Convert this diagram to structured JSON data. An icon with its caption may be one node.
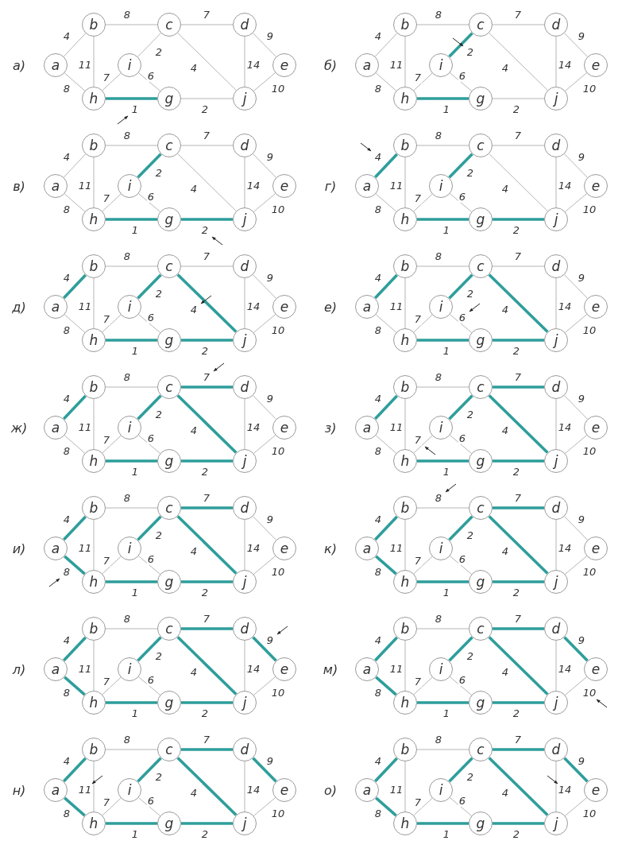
{
  "diagram": {
    "nodes": [
      {
        "text": [
          "b"
        ]
      },
      {
        "text": [
          "c"
        ]
      },
      {
        "text": [
          "d"
        ]
      },
      {
        "text": [
          "a"
        ]
      },
      {
        "text": [
          "i"
        ]
      },
      {
        "text": [
          "e"
        ]
      },
      {
        "text": [
          "h"
        ]
      },
      {
        "text": [
          "g"
        ]
      },
      {
        "text": [
          "j"
        ]
      },
      {
        "text": [
          "b"
        ]
      },
      {
        "text": [
          "c"
        ]
      },
      {
        "text": [
          "d"
        ]
      },
      {
        "text": [
          "a"
        ]
      },
      {
        "text": [
          "i"
        ]
      },
      {
        "text": [
          "e"
        ]
      },
      {
        "text": [
          "h"
        ]
      },
      {
        "text": [
          "g"
        ]
      },
      {
        "text": [
          "j"
        ]
      },
      {
        "text": [
          "b"
        ]
      },
      {
        "text": [
          "c"
        ]
      },
      {
        "text": [
          "d"
        ]
      },
      {
        "text": [
          "a"
        ]
      },
      {
        "text": [
          "i"
        ]
      },
      {
        "text": [
          "e"
        ]
      },
      {
        "text": [
          "h"
        ]
      },
      {
        "text": [
          "g"
        ]
      },
      {
        "text": [
          "j"
        ]
      },
      {
        "text": [
          "b"
        ]
      },
      {
        "text": [
          "c"
        ]
      },
      {
        "text": [
          "d"
        ]
      },
      {
        "text": [
          "a"
        ]
      },
      {
        "text": [
          "i"
        ]
      },
      {
        "text": [
          "e"
        ]
      },
      {
        "text": [
          "h"
        ]
      },
      {
        "text": [
          "g"
        ]
      },
      {
        "text": [
          "j"
        ]
      },
      {
        "text": [
          "b"
        ]
      },
      {
        "text": [
          "c"
        ]
      },
      {
        "text": [
          "d"
        ]
      },
      {
        "text": [
          "a"
        ]
      },
      {
        "text": [
          "i"
        ]
      },
      {
        "text": [
          "e"
        ]
      },
      {
        "text": [
          "h"
        ]
      },
      {
        "text": [
          "g"
        ]
      },
      {
        "text": [
          "j"
        ]
      },
      {
        "text": [
          "b"
        ]
      },
      {
        "text": [
          "c"
        ]
      },
      {
        "text": [
          "d"
        ]
      },
      {
        "text": [
          "a"
        ]
      },
      {
        "text": [
          "i"
        ]
      },
      {
        "text": [
          "e"
        ]
      },
      {
        "text": [
          "h"
        ]
      },
      {
        "text": [
          "g"
        ]
      },
      {
        "text": [
          "j"
        ]
      },
      {
        "text": [
          "b"
        ]
      },
      {
        "text": [
          "c"
        ]
      },
      {
        "text": [
          "d"
        ]
      },
      {
        "text": [
          "a"
        ]
      },
      {
        "text": [
          "i"
        ]
      },
      {
        "text": [
          "e"
        ]
      },
      {
        "text": [
          "h"
        ]
      },
      {
        "text": [
          "g"
        ]
      },
      {
        "text": [
          "j"
        ]
      },
      {
        "text": [
          "b"
        ]
      },
      {
        "text": [
          "c"
        ]
      },
      {
        "text": [
          "d"
        ]
      },
      {
        "text": [
          "a"
        ]
      },
      {
        "text": [
          "i"
        ]
      },
      {
        "text": [
          "e"
        ]
      },
      {
        "text": [
          "h"
        ]
      },
      {
        "text": [
          "g"
        ]
      },
      {
        "text": [
          "j"
        ]
      },
      {
        "text": [
          "b"
        ]
      },
      {
        "text": [
          "c"
        ]
      },
      {
        "text": [
          "d"
        ]
      },
      {
        "text": [
          "a"
        ]
      },
      {
        "text": [
          "i"
        ]
      },
      {
        "text": [
          "e"
        ]
      },
      {
        "text": [
          "h"
        ]
      },
      {
        "text": [
          "g"
        ]
      },
      {
        "text": [
          "j"
        ]
      },
      {
        "text": [
          "b"
        ]
      },
      {
        "text": [
          "c"
        ]
      },
      {
        "text": [
          "d"
        ]
      },
      {
        "text": [
          "a"
        ]
      },
      {
        "text": [
          "i"
        ]
      },
      {
        "text": [
          "e"
        ]
      },
      {
        "text": [
          "h"
        ]
      },
      {
        "text": [
          "g"
        ]
      },
      {
        "text": [
          "j"
        ]
      },
      {
        "text": [
          "b"
        ]
      },
      {
        "text": [
          "c"
        ]
      },
      {
        "text": [
          "d"
        ]
      },
      {
        "text": [
          "a"
        ]
      },
      {
        "text": [
          "i"
        ]
      },
      {
        "text": [
          "e"
        ]
      },
      {
        "text": [
          "h"
        ]
      },
      {
        "text": [
          "g"
        ]
      },
      {
        "text": [
          "j"
        ]
      },
      {
        "text": [
          "b"
        ]
      },
      {
        "text": [
          "c"
        ]
      },
      {
        "text": [
          "d"
        ]
      },
      {
        "text": [
          "a"
        ]
      },
      {
        "text": [
          "i"
        ]
      },
      {
        "text": [
          "e"
        ]
      },
      {
        "text": [
          "h"
        ]
      },
      {
        "text": [
          "g"
        ]
      },
      {
        "text": [
          "j"
        ]
      },
      {
        "text": [
          "b"
        ]
      },
      {
        "text": [
          "c"
        ]
      },
      {
        "text": [
          "d"
        ]
      },
      {
        "text": [
          "a"
        ]
      },
      {
        "text": [
          "i"
        ]
      },
      {
        "text": [
          "e"
        ]
      },
      {
        "text": [
          "h"
        ]
      },
      {
        "text": [
          "g"
        ]
      },
      {
        "text": [
          "j"
        ]
      },
      {
        "text": [
          "b"
        ]
      },
      {
        "text": [
          "c"
        ]
      },
      {
        "text": [
          "d"
        ]
      },
      {
        "text": [
          "a"
        ]
      },
      {
        "text": [
          "i"
        ]
      },
      {
        "text": [
          "e"
        ]
      },
      {
        "text": [
          "h"
        ]
      },
      {
        "text": [
          "g"
        ]
      },
      {
        "text": [
          "j"
        ]
      }
    ],
    "edges": [
      {
        "from": 0,
        "to": 1,
        "arrow": "none",
        "label": "8"
      },
      {
        "from": 1,
        "to": 2,
        "arrow": "none",
        "label": "7"
      },
      {
        "from": 3,
        "to": 0,
        "arrow": "none",
        "label": "4"
      },
      {
        "from": 2,
        "to": 5,
        "arrow": "none",
        "label": "9"
      },
      {
        "from": 1,
        "to": 4,
        "arrow": "none",
        "label": "2"
      },
      {
        "from": 0,
        "to": 6,
        "arrow": "none",
        "label": "11"
      },
      {
        "from": 1,
        "to": 8,
        "arrow": "none",
        "label": "4"
      },
      {
        "from": 2,
        "to": 8,
        "arrow": "none",
        "label": "14"
      },
      {
        "from": 4,
        "to": 6,
        "arrow": "none",
        "label": "7"
      },
      {
        "from": 4,
        "to": 7,
        "arrow": "none",
        "label": "6"
      },
      {
        "from": 3,
        "to": 6,
        "arrow": "none",
        "label": "8"
      },
      {
        "from": 5,
        "to": 8,
        "arrow": "none",
        "label": "10"
      },
      {
        "from": 6,
        "to": 7,
        "arrow": "none",
        "label": "1",
        "style": "thick",
        "color": "#2e9e9b"
      },
      {
        "from": 7,
        "to": 8,
        "arrow": "none",
        "label": "2"
      },
      {
        "from": 9,
        "to": 10,
        "arrow": "none",
        "label": "8"
      },
      {
        "from": 10,
        "to": 11,
        "arrow": "none",
        "label": "7"
      },
      {
        "from": 12,
        "to": 9,
        "arrow": "none",
        "label": "4"
      },
      {
        "from": 11,
        "to": 14,
        "arrow": "none",
        "label": "9"
      },
      {
        "from": 10,
        "to": 13,
        "arrow": "none",
        "label": "2",
        "style": "thick",
        "color": "#2e9e9b"
      },
      {
        "from": 9,
        "to": 15,
        "arrow": "none",
        "label": "11"
      },
      {
        "from": 10,
        "to": 17,
        "arrow": "none",
        "label": "4"
      },
      {
        "from": 11,
        "to": 17,
        "arrow": "none",
        "label": "14"
      },
      {
        "from": 13,
        "to": 15,
        "arrow": "none",
        "label": "7"
      },
      {
        "from": 13,
        "to": 16,
        "arrow": "none",
        "label": "6"
      },
      {
        "from": 12,
        "to": 15,
        "arrow": "none",
        "label": "8"
      },
      {
        "from": 14,
        "to": 17,
        "arrow": "none",
        "label": "10"
      },
      {
        "from": 15,
        "to": 16,
        "arrow": "none",
        "label": "1",
        "style": "thick",
        "color": "#2e9e9b"
      },
      {
        "from": 16,
        "to": 17,
        "arrow": "none",
        "label": "2"
      },
      {
        "from": 18,
        "to": 19,
        "arrow": "none",
        "label": "8"
      },
      {
        "from": 19,
        "to": 20,
        "arrow": "none",
        "label": "7"
      },
      {
        "from": 21,
        "to": 18,
        "arrow": "none",
        "label": "4"
      },
      {
        "from": 20,
        "to": 23,
        "arrow": "none",
        "label": "9"
      },
      {
        "from": 19,
        "to": 22,
        "arrow": "none",
        "label": "2",
        "style": "thick",
        "color": "#2e9e9b"
      },
      {
        "from": 18,
        "to": 24,
        "arrow": "none",
        "label": "11"
      },
      {
        "from": 19,
        "to": 26,
        "arrow": "none",
        "label": "4"
      },
      {
        "from": 20,
        "to": 26,
        "arrow": "none",
        "label": "14"
      },
      {
        "from": 22,
        "to": 24,
        "arrow": "none",
        "label": "7"
      },
      {
        "from": 22,
        "to": 25,
        "arrow": "none",
        "label": "6"
      },
      {
        "from": 21,
        "to": 24,
        "arrow": "none",
        "label": "8"
      },
      {
        "from": 23,
        "to": 26,
        "arrow": "none",
        "label": "10"
      },
      {
        "from": 24,
        "to": 25,
        "arrow": "none",
        "label": "1",
        "style": "thick",
        "color": "#2e9e9b"
      },
      {
        "from": 25,
        "to": 26,
        "arrow": "none",
        "label": "2",
        "style": "thick",
        "color": "#2e9e9b"
      },
      {
        "from": 27,
        "to": 28,
        "arrow": "none",
        "label": "8"
      },
      {
        "from": 28,
        "to": 29,
        "arrow": "none",
        "label": "7"
      },
      {
        "from": 30,
        "to": 27,
        "arrow": "none",
        "label": "4",
        "style": "thick",
        "color": "#2e9e9b"
      },
      {
        "from": 29,
        "to": 32,
        "arrow": "none",
        "label": "9"
      },
      {
        "from": 28,
        "to": 31,
        "arrow": "none",
        "label": "2",
        "style": "thick",
        "color": "#2e9e9b"
      },
      {
        "from": 27,
        "to": 33,
        "arrow": "none",
        "label": "11"
      },
      {
        "from": 28,
        "to": 35,
        "arrow": "none",
        "label": "4"
      },
      {
        "from": 29,
        "to": 35,
        "arrow": "none",
        "label": "14"
      },
      {
        "from": 31,
        "to": 33,
        "arrow": "none",
        "label": "7"
      },
      {
        "from": 31,
        "to": 34,
        "arrow": "none",
        "label": "6"
      },
      {
        "from": 30,
        "to": 33,
        "arrow": "none",
        "label": "8"
      },
      {
        "from": 32,
        "to": 35,
        "arrow": "none",
        "label": "10"
      },
      {
        "from": 33,
        "to": 34,
        "arrow": "none",
        "label": "1",
        "style": "thick",
        "color": "#2e9e9b"
      },
      {
        "from": 34,
        "to": 35,
        "arrow": "none",
        "label": "2",
        "style": "thick",
        "color": "#2e9e9b"
      },
      {
        "from": 36,
        "to": 37,
        "arrow": "none",
        "label": "8"
      },
      {
        "from": 37,
        "to": 38,
        "arrow": "none",
        "label": "7"
      },
      {
        "from": 39,
        "to": 36,
        "arrow": "none",
        "label": "4",
        "style": "thick",
        "color": "#2e9e9b"
      },
      {
        "from": 38,
        "to": 41,
        "arrow": "none",
        "label": "9"
      },
      {
        "from": 37,
        "to": 40,
        "arrow": "none",
        "label": "2",
        "style": "thick",
        "color": "#2e9e9b"
      },
      {
        "from": 36,
        "to": 42,
        "arrow": "none",
        "label": "11"
      },
      {
        "from": 37,
        "to": 44,
        "arrow": "none",
        "label": "4",
        "style": "thick",
        "color": "#2e9e9b"
      },
      {
        "from": 38,
        "to": 44,
        "arrow": "none",
        "label": "14"
      },
      {
        "from": 40,
        "to": 42,
        "arrow": "none",
        "label": "7"
      },
      {
        "from": 40,
        "to": 43,
        "arrow": "none",
        "label": "6"
      },
      {
        "from": 39,
        "to": 42,
        "arrow": "none",
        "label": "8"
      },
      {
        "from": 41,
        "to": 44,
        "arrow": "none",
        "label": "10"
      },
      {
        "from": 42,
        "to": 43,
        "arrow": "none",
        "label": "1",
        "style": "thick",
        "color": "#2e9e9b"
      },
      {
        "from": 43,
        "to": 44,
        "arrow": "none",
        "label": "2",
        "style": "thick",
        "color": "#2e9e9b"
      },
      {
        "from": 45,
        "to": 46,
        "arrow": "none",
        "label": "8"
      },
      {
        "from": 46,
        "to": 47,
        "arrow": "none",
        "label": "7"
      },
      {
        "from": 48,
        "to": 45,
        "arrow": "none",
        "label": "4",
        "style": "thick",
        "color": "#2e9e9b"
      },
      {
        "from": 47,
        "to": 50,
        "arrow": "none",
        "label": "9"
      },
      {
        "from": 46,
        "to": 49,
        "arrow": "none",
        "label": "2",
        "style": "thick",
        "color": "#2e9e9b"
      },
      {
        "from": 45,
        "to": 51,
        "arrow": "none",
        "label": "11"
      },
      {
        "from": 46,
        "to": 53,
        "arrow": "none",
        "label": "4",
        "style": "thick",
        "color": "#2e9e9b"
      },
      {
        "from": 47,
        "to": 53,
        "arrow": "none",
        "label": "14"
      },
      {
        "from": 49,
        "to": 51,
        "arrow": "none",
        "label": "7"
      },
      {
        "from": 49,
        "to": 52,
        "arrow": "none",
        "label": "6"
      },
      {
        "from": 48,
        "to": 51,
        "arrow": "none",
        "label": "8"
      },
      {
        "from": 50,
        "to": 53,
        "arrow": "none",
        "label": "10"
      },
      {
        "from": 51,
        "to": 52,
        "arrow": "none",
        "label": "1",
        "style": "thick",
        "color": "#2e9e9b"
      },
      {
        "from": 52,
        "to": 53,
        "arrow": "none",
        "label": "2",
        "style": "thick",
        "color": "#2e9e9b"
      },
      {
        "from": 54,
        "to": 55,
        "arrow": "none",
        "label": "8"
      },
      {
        "from": 55,
        "to": 56,
        "arrow": "none",
        "label": "7",
        "style": "thick",
        "color": "#2e9e9b"
      },
      {
        "from": 57,
        "to": 54,
        "arrow": "none",
        "label": "4",
        "style": "thick",
        "color": "#2e9e9b"
      },
      {
        "from": 56,
        "to": 59,
        "arrow": "none",
        "label": "9"
      },
      {
        "from": 55,
        "to": 58,
        "arrow": "none",
        "label": "2",
        "style": "thick",
        "color": "#2e9e9b"
      },
      {
        "from": 54,
        "to": 60,
        "arrow": "none",
        "label": "11"
      },
      {
        "from": 55,
        "to": 62,
        "arrow": "none",
        "label": "4",
        "style": "thick",
        "color": "#2e9e9b"
      },
      {
        "from": 56,
        "to": 62,
        "arrow": "none",
        "label": "14"
      },
      {
        "from": 58,
        "to": 60,
        "arrow": "none",
        "label": "7"
      },
      {
        "from": 58,
        "to": 61,
        "arrow": "none",
        "label": "6"
      },
      {
        "from": 57,
        "to": 60,
        "arrow": "none",
        "label": "8"
      },
      {
        "from": 59,
        "to": 62,
        "arrow": "none",
        "label": "10"
      },
      {
        "from": 60,
        "to": 61,
        "arrow": "none",
        "label": "1",
        "style": "thick",
        "color": "#2e9e9b"
      },
      {
        "from": 61,
        "to": 62,
        "arrow": "none",
        "label": "2",
        "style": "thick",
        "color": "#2e9e9b"
      },
      {
        "from": 63,
        "to": 64,
        "arrow": "none",
        "label": "8"
      },
      {
        "from": 64,
        "to": 65,
        "arrow": "none",
        "label": "7",
        "style": "thick",
        "color": "#2e9e9b"
      },
      {
        "from": 66,
        "to": 63,
        "arrow": "none",
        "label": "4",
        "style": "thick",
        "color": "#2e9e9b"
      },
      {
        "from": 65,
        "to": 68,
        "arrow": "none",
        "label": "9"
      },
      {
        "from": 64,
        "to": 67,
        "arrow": "none",
        "label": "2",
        "style": "thick",
        "color": "#2e9e9b"
      },
      {
        "from": 63,
        "to": 69,
        "arrow": "none",
        "label": "11"
      },
      {
        "from": 64,
        "to": 71,
        "arrow": "none",
        "label": "4",
        "style": "thick",
        "color": "#2e9e9b"
      },
      {
        "from": 65,
        "to": 71,
        "arrow": "none",
        "label": "14"
      },
      {
        "from": 67,
        "to": 69,
        "arrow": "none",
        "label": "7"
      },
      {
        "from": 67,
        "to": 70,
        "arrow": "none",
        "label": "6"
      },
      {
        "from": 66,
        "to": 69,
        "arrow": "none",
        "label": "8"
      },
      {
        "from": 68,
        "to": 71,
        "arrow": "none",
        "label": "10"
      },
      {
        "from": 69,
        "to": 70,
        "arrow": "none",
        "label": "1",
        "style": "thick",
        "color": "#2e9e9b"
      },
      {
        "from": 70,
        "to": 71,
        "arrow": "none",
        "label": "2",
        "style": "thick",
        "color": "#2e9e9b"
      },
      {
        "from": 72,
        "to": 73,
        "arrow": "none",
        "label": "8"
      },
      {
        "from": 73,
        "to": 74,
        "arrow": "none",
        "label": "7",
        "style": "thick",
        "color": "#2e9e9b"
      },
      {
        "from": 75,
        "to": 72,
        "arrow": "none",
        "label": "4",
        "style": "thick",
        "color": "#2e9e9b"
      },
      {
        "from": 74,
        "to": 77,
        "arrow": "none",
        "label": "9"
      },
      {
        "from": 73,
        "to": 76,
        "arrow": "none",
        "label": "2",
        "style": "thick",
        "color": "#2e9e9b"
      },
      {
        "from": 72,
        "to": 78,
        "arrow": "none",
        "label": "11"
      },
      {
        "from": 73,
        "to": 80,
        "arrow": "none",
        "label": "4",
        "style": "thick",
        "color": "#2e9e9b"
      },
      {
        "from": 74,
        "to": 80,
        "arrow": "none",
        "label": "14"
      },
      {
        "from": 76,
        "to": 78,
        "arrow": "none",
        "label": "7"
      },
      {
        "from": 76,
        "to": 79,
        "arrow": "none",
        "label": "6"
      },
      {
        "from": 75,
        "to": 78,
        "arrow": "none",
        "label": "8",
        "style": "thick",
        "color": "#2e9e9b"
      },
      {
        "from": 77,
        "to": 80,
        "arrow": "none",
        "label": "10"
      },
      {
        "from": 78,
        "to": 79,
        "arrow": "none",
        "label": "1",
        "style": "thick",
        "color": "#2e9e9b"
      },
      {
        "from": 79,
        "to": 80,
        "arrow": "none",
        "label": "2",
        "style": "thick",
        "color": "#2e9e9b"
      },
      {
        "from": 81,
        "to": 82,
        "arrow": "none",
        "label": "8"
      },
      {
        "from": 82,
        "to": 83,
        "arrow": "none",
        "label": "7",
        "style": "thick",
        "color": "#2e9e9b"
      },
      {
        "from": 84,
        "to": 81,
        "arrow": "none",
        "label": "4",
        "style": "thick",
        "color": "#2e9e9b"
      },
      {
        "from": 83,
        "to": 86,
        "arrow": "none",
        "label": "9"
      },
      {
        "from": 82,
        "to": 85,
        "arrow": "none",
        "label": "2",
        "style": "thick",
        "color": "#2e9e9b"
      },
      {
        "from": 81,
        "to": 87,
        "arrow": "none",
        "label": "11"
      },
      {
        "from": 82,
        "to": 89,
        "arrow": "none",
        "label": "4",
        "style": "thick",
        "color": "#2e9e9b"
      },
      {
        "from": 83,
        "to": 89,
        "arrow": "none",
        "label": "14"
      },
      {
        "from": 85,
        "to": 87,
        "arrow": "none",
        "label": "7"
      },
      {
        "from": 85,
        "to": 88,
        "arrow": "none",
        "label": "6"
      },
      {
        "from": 84,
        "to": 87,
        "arrow": "none",
        "label": "8",
        "style": "thick",
        "color": "#2e9e9b"
      },
      {
        "from": 86,
        "to": 89,
        "arrow": "none",
        "label": "10"
      },
      {
        "from": 87,
        "to": 88,
        "arrow": "none",
        "label": "1",
        "style": "thick",
        "color": "#2e9e9b"
      },
      {
        "from": 88,
        "to": 89,
        "arrow": "none",
        "label": "2",
        "style": "thick",
        "color": "#2e9e9b"
      },
      {
        "from": 90,
        "to": 91,
        "arrow": "none",
        "label": "8"
      },
      {
        "from": 91,
        "to": 92,
        "arrow": "none",
        "label": "7",
        "style": "thick",
        "color": "#2e9e9b"
      },
      {
        "from": 93,
        "to": 90,
        "arrow": "none",
        "label": "4",
        "style": "thick",
        "color": "#2e9e9b"
      },
      {
        "from": 92,
        "to": 95,
        "arrow": "none",
        "label": "9",
        "style": "thick",
        "color": "#2e9e9b"
      },
      {
        "from": 91,
        "to": 94,
        "arrow": "none",
        "label": "2",
        "style": "thick",
        "color": "#2e9e9b"
      },
      {
        "from": 90,
        "to": 96,
        "arrow": "none",
        "label": "11"
      },
      {
        "from": 91,
        "to": 98,
        "arrow": "none",
        "label": "4",
        "style": "thick",
        "color": "#2e9e9b"
      },
      {
        "from": 92,
        "to": 98,
        "arrow": "none",
        "label": "14"
      },
      {
        "from": 94,
        "to": 96,
        "arrow": "none",
        "label": "7"
      },
      {
        "from": 94,
        "to": 97,
        "arrow": "none",
        "label": "6"
      },
      {
        "from": 93,
        "to": 96,
        "arrow": "none",
        "label": "8",
        "style": "thick",
        "color": "#2e9e9b"
      },
      {
        "from": 95,
        "to": 98,
        "arrow": "none",
        "label": "10"
      },
      {
        "from": 96,
        "to": 97,
        "arrow": "none",
        "label": "1",
        "style": "thick",
        "color": "#2e9e9b"
      },
      {
        "from": 97,
        "to": 98,
        "arrow": "none",
        "label": "2",
        "style": "thick",
        "color": "#2e9e9b"
      },
      {
        "from": 99,
        "to": 100,
        "arrow": "none",
        "label": "8"
      },
      {
        "from": 100,
        "to": 101,
        "arrow": "none",
        "label": "7",
        "style": "thick",
        "color": "#2e9e9b"
      },
      {
        "from": 102,
        "to": 99,
        "arrow": "none",
        "label": "4",
        "style": "thick",
        "color": "#2e9e9b"
      },
      {
        "from": 101,
        "to": 104,
        "arrow": "none",
        "label": "9",
        "style": "thick",
        "color": "#2e9e9b"
      },
      {
        "from": 100,
        "to": 103,
        "arrow": "none",
        "label": "2",
        "style": "thick",
        "color": "#2e9e9b"
      },
      {
        "from": 99,
        "to": 105,
        "arrow": "none",
        "label": "11"
      },
      {
        "from": 100,
        "to": 107,
        "arrow": "none",
        "label": "4",
        "style": "thick",
        "color": "#2e9e9b"
      },
      {
        "from": 101,
        "to": 107,
        "arrow": "none",
        "label": "14"
      },
      {
        "from": 103,
        "to": 105,
        "arrow": "none",
        "label": "7"
      },
      {
        "from": 103,
        "to": 106,
        "arrow": "none",
        "label": "6"
      },
      {
        "from": 102,
        "to": 105,
        "arrow": "none",
        "label": "8",
        "style": "thick",
        "color": "#2e9e9b"
      },
      {
        "from": 104,
        "to": 107,
        "arrow": "none",
        "label": "10"
      },
      {
        "from": 105,
        "to": 106,
        "arrow": "none",
        "label": "1",
        "style": "thick",
        "color": "#2e9e9b"
      },
      {
        "from": 106,
        "to": 107,
        "arrow": "none",
        "label": "2",
        "style": "thick",
        "color": "#2e9e9b"
      },
      {
        "from": 108,
        "to": 109,
        "arrow": "none",
        "label": "8"
      },
      {
        "from": 109,
        "to": 110,
        "arrow": "none",
        "label": "7",
        "style": "thick",
        "color": "#2e9e9b"
      },
      {
        "from": 111,
        "to": 108,
        "arrow": "none",
        "label": "4",
        "style": "thick",
        "color": "#2e9e9b"
      },
      {
        "from": 110,
        "to": 113,
        "arrow": "none",
        "label": "9",
        "style": "thick",
        "color": "#2e9e9b"
      },
      {
        "from": 109,
        "to": 112,
        "arrow": "none",
        "label": "2",
        "style": "thick",
        "color": "#2e9e9b"
      },
      {
        "from": 108,
        "to": 114,
        "arrow": "none",
        "label": "11"
      },
      {
        "from": 109,
        "to": 116,
        "arrow": "none",
        "label": "4",
        "style": "thick",
        "color": "#2e9e9b"
      },
      {
        "from": 110,
        "to": 116,
        "arrow": "none",
        "label": "14"
      },
      {
        "from": 112,
        "to": 114,
        "arrow": "none",
        "label": "7"
      },
      {
        "from": 112,
        "to": 115,
        "arrow": "none",
        "label": "6"
      },
      {
        "from": 111,
        "to": 114,
        "arrow": "none",
        "label": "8",
        "style": "thick",
        "color": "#2e9e9b"
      },
      {
        "from": 113,
        "to": 116,
        "arrow": "none",
        "label": "10"
      },
      {
        "from": 114,
        "to": 115,
        "arrow": "none",
        "label": "1",
        "style": "thick",
        "color": "#2e9e9b"
      },
      {
        "from": 115,
        "to": 116,
        "arrow": "none",
        "label": "2",
        "style": "thick",
        "color": "#2e9e9b"
      },
      {
        "from": 117,
        "to": 118,
        "arrow": "none",
        "label": "8"
      },
      {
        "from": 118,
        "to": 119,
        "arrow": "none",
        "label": "7",
        "style": "thick",
        "color": "#2e9e9b"
      },
      {
        "from": 120,
        "to": 117,
        "arrow": "none",
        "label": "4",
        "style": "thick",
        "color": "#2e9e9b"
      },
      {
        "from": 119,
        "to": 122,
        "arrow": "none",
        "label": "9",
        "style": "thick",
        "color": "#2e9e9b"
      },
      {
        "from": 118,
        "to": 121,
        "arrow": "none",
        "label": "2",
        "style": "thick",
        "color": "#2e9e9b"
      },
      {
        "from": 117,
        "to": 123,
        "arrow": "none",
        "label": "11"
      },
      {
        "from": 118,
        "to": 125,
        "arrow": "none",
        "label": "4",
        "style": "thick",
        "color": "#2e9e9b"
      },
      {
        "from": 119,
        "to": 125,
        "arrow": "none",
        "label": "14"
      },
      {
        "from": 121,
        "to": 123,
        "arrow": "none",
        "label": "7"
      },
      {
        "from": 121,
        "to": 124,
        "arrow": "none",
        "label": "6"
      },
      {
        "from": 120,
        "to": 123,
        "arrow": "none",
        "label": "8",
        "style": "thick",
        "color": "#2e9e9b"
      },
      {
        "from": 122,
        "to": 125,
        "arrow": "none",
        "label": "10"
      },
      {
        "from": 123,
        "to": 124,
        "arrow": "none",
        "label": "1",
        "style": "thick",
        "color": "#2e9e9b"
      },
      {
        "from": 124,
        "to": 125,
        "arrow": "none",
        "label": "2",
        "style": "thick",
        "color": "#2e9e9b"
      }
    ],
    "labels": [
      "а)",
      "б)",
      "в)",
      "г)",
      "д)",
      "е)",
      "ж)",
      "з)",
      "и)",
      "к)",
      "л)",
      "м)",
      "н)",
      "о)"
    ]
  }
}
